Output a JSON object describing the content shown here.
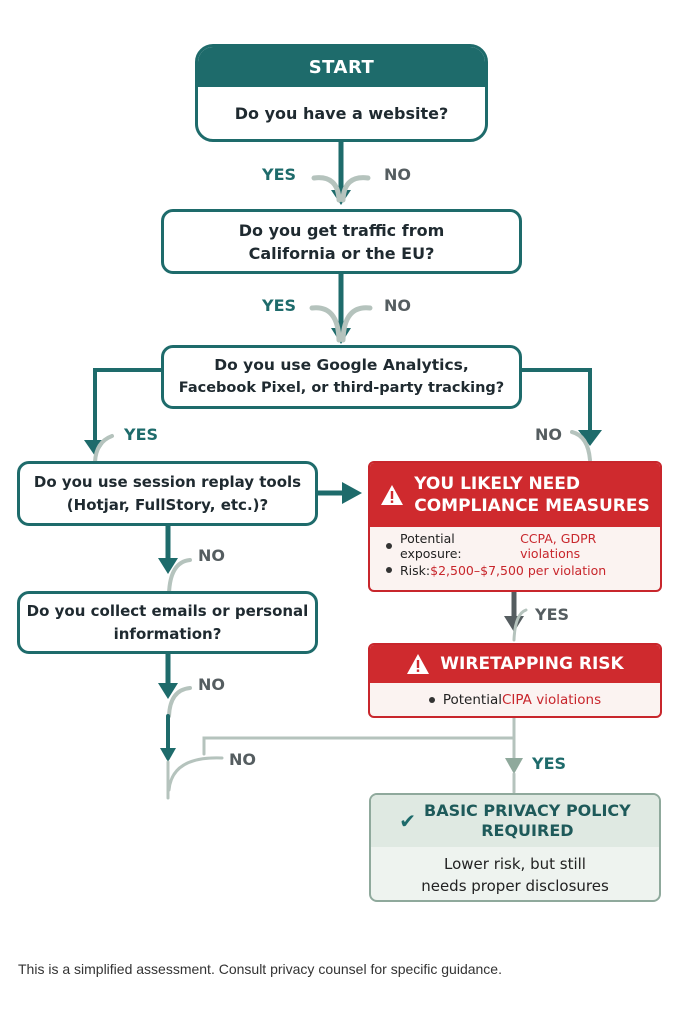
{
  "start": {
    "header": "START",
    "question": "Do you have a website?"
  },
  "q2": {
    "line1": "Do you get traffic from",
    "line2": "California or the EU?"
  },
  "q3": {
    "line1": "Do you use Google Analytics,",
    "line2": "Facebook Pixel, or third-party tracking?"
  },
  "q4": {
    "line1": "Do you use session replay tools",
    "line2": "(Hotjar, FullStory, etc.)?"
  },
  "q5": {
    "line1": "Do you collect emails or personal",
    "line2": "information?"
  },
  "labels": {
    "yes": "YES",
    "no": "NO"
  },
  "compliance": {
    "title_line1": "YOU LIKELY NEED",
    "title_line2": "COMPLIANCE MEASURES",
    "exposure_prefix": "Potential exposure: ",
    "exposure_value": "CCPA, GDPR violations",
    "risk_prefix": "Risk: ",
    "risk_value": "$2,500–$7,500 per violation",
    "icon": "warning-icon"
  },
  "wiretap": {
    "title": "WIRETAPPING RISK",
    "bullet_prefix": "Potential ",
    "bullet_value": "CIPA violations",
    "icon": "warning-icon"
  },
  "basic": {
    "title_line1": "BASIC PRIVACY POLICY",
    "title_line2": "REQUIRED",
    "body_line1": "Lower risk, but still",
    "body_line2": "needs proper disclosures",
    "icon": "check-icon"
  },
  "footnote": "This is a simplified assessment. Consult privacy counsel for specific guidance.",
  "colors": {
    "teal": "#1e6b6b",
    "red": "#cf2a2e",
    "gray": "#7f8b8f",
    "green_border": "#8fa99c"
  }
}
